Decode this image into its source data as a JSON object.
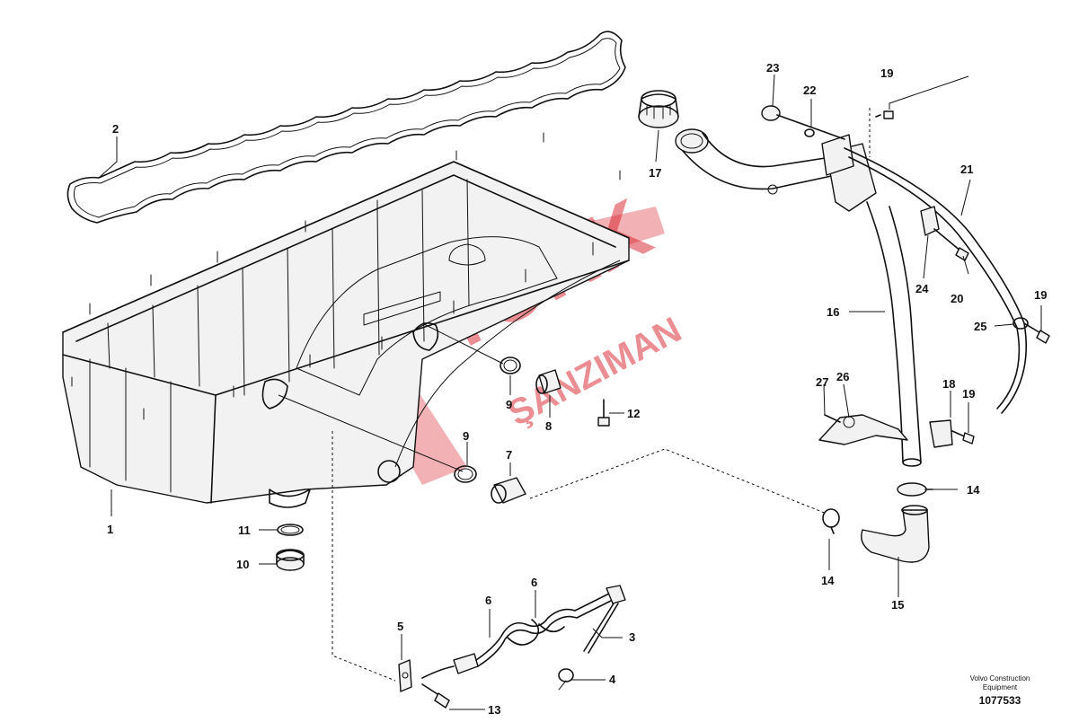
{
  "watermark": {
    "line1": "TÜRK",
    "line2": "ŞANZIMAN",
    "color": "#d9202a"
  },
  "callouts": {
    "c1": "1",
    "c2": "2",
    "c3": "3",
    "c4": "4",
    "c5": "5",
    "c6a": "6",
    "c6b": "6",
    "c7": "7",
    "c8": "8",
    "c9a": "9",
    "c9b": "9",
    "c10": "10",
    "c11": "11",
    "c12": "12",
    "c13": "13",
    "c14a": "14",
    "c14b": "14",
    "c15": "15",
    "c16": "16",
    "c17": "17",
    "c18": "18",
    "c19a": "19",
    "c19b": "19",
    "c19c": "19",
    "c20": "20",
    "c21": "21",
    "c22": "22",
    "c23": "23",
    "c24": "24",
    "c25": "25",
    "c26": "26",
    "c27": "27"
  },
  "footer": {
    "brand_line1": "Volvo Construction",
    "brand_line2": "Equipment",
    "doc_number": "1077533"
  }
}
